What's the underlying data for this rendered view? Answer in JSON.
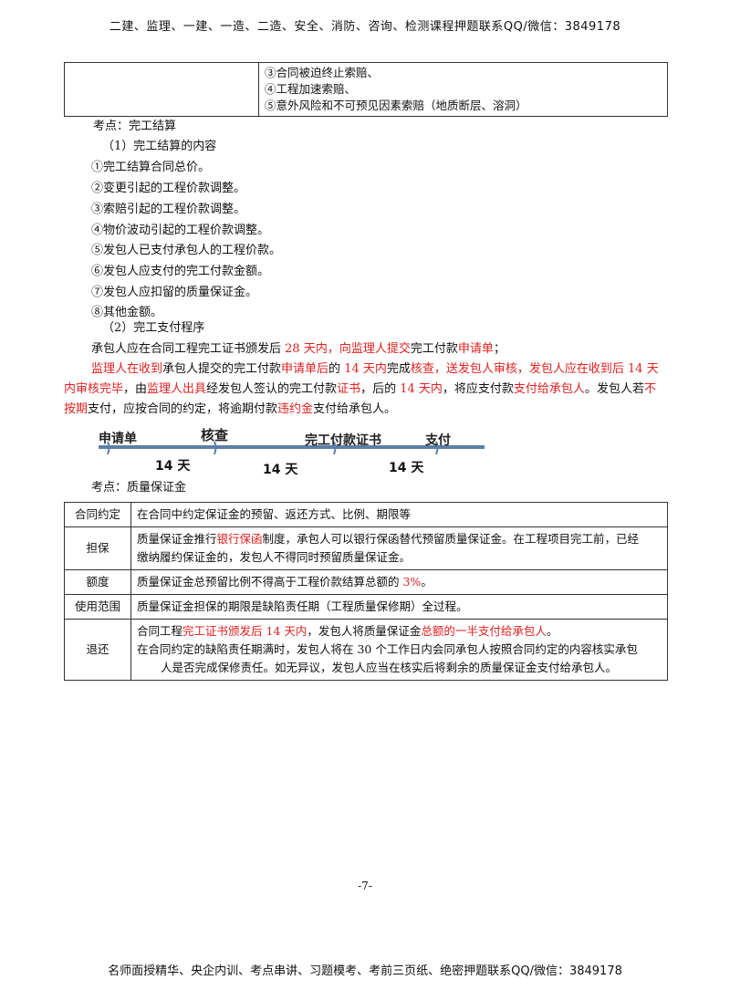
{
  "header": "二建、监理、一建、一造、二造、安全、消防、咨询、检测课程押题联系QQ/微信：3849178",
  "top_table": {
    "lines": [
      "③合同被迫终止索赔、",
      "④工程加速索赔、",
      "⑤意外风险和不可预见因素索赔（地质断层、溶洞）"
    ]
  },
  "kaodian1": "考点：完工结算",
  "sec1_title": "（1）完工结算的内容",
  "items": [
    "①完工结算合同总价。",
    "②变更引起的工程价款调整。",
    "③索赔引起的工程价款调整。",
    "④物价波动引起的工程价款调整。",
    "⑤发包人已支付承包人的工程价款。",
    "⑥发包人应支付的完工付款金额。",
    "⑦发包人应扣留的质量保证金。",
    "⑧其他金额。"
  ],
  "sec2_title": "（2）完工支付程序",
  "para1": {
    "a": "承包人应在合同工程完工证书颁发后 ",
    "b": "28 天内，向监理人提交",
    "c": "完工付款",
    "d": "申请单",
    "e": "；"
  },
  "para2": {
    "l1a": "监理人在收到",
    "l1b": "承包人提交的完工付款",
    "l1c": "申请单后",
    "l1d": "的 ",
    "l1e": "14 天内",
    "l1f": "完成",
    "l1g": "核查，送发包人审核，发包人应在收到后 14 天",
    "l2a": "内审核完毕",
    "l2b": "，由",
    "l2c": "监理人出具",
    "l2d": "经发包人签认的完工付款",
    "l2e": "证书",
    "l2f": "，后的 ",
    "l2g": "14 天内",
    "l2h": "，将应支付款",
    "l2i": "支付给承包人",
    "l2j": "。发包人若",
    "l2k": "不",
    "l3a": "按期",
    "l3b": "支付，应按合同的约定，将逾期付款",
    "l3c": "违约金",
    "l3d": "支付给承包人。"
  },
  "flow": {
    "steps": [
      "申请单",
      "核查",
      "完工付款证书",
      "支付"
    ],
    "intervals": [
      "14 天",
      "14 天",
      "14 天"
    ],
    "line_color": "#5b7fa8"
  },
  "kaodian2": "考点：质量保证金",
  "q_table": {
    "row1_k": "合同约定",
    "row1_v": "在合同中约定保证金的预留、返还方式、比例、期限等",
    "row2_k": "担保",
    "row2_a": "质量保证金推行",
    "row2_b": "银行保函",
    "row2_c": "制度，承包人可以银行保函替代预留质量保证金。在工程项目完工前，已经",
    "row2_d": "缴纳履约保证金的，发包人不得同时预留质量保证金。",
    "row3_k": "额度",
    "row3_a": "质量保证金总预留比例不得高于工程价款结算总额的 ",
    "row3_b": "3%",
    "row3_c": "。",
    "row4_k": "使用范围",
    "row4_v": "质量保证金担保的期限是缺陷责任期（工程质量保修期）全过程。",
    "row5_k": "退还",
    "row5_a": "合同工程",
    "row5_b": "完工证书颁发后 14 天内",
    "row5_c": "，发包人将质量保证金",
    "row5_d": "总额的一半支付给承包人",
    "row5_e": "。",
    "row5_f": "在合同约定的缺陷责任期满时，发包人将在 30 个工作日内会同承包人按照合同约定的内容核实承包",
    "row5_g": "人是否完成保修责任。如无异议，发包人应当在核实后将剩余的质量保证金支付给承包人。"
  },
  "page_number": "-7-",
  "footer": "名师面授精华、央企内训、考点串讲、习题模考、考前三页纸、绝密押题联系QQ/微信：3849178",
  "colors": {
    "accent_red": "#e02020"
  }
}
